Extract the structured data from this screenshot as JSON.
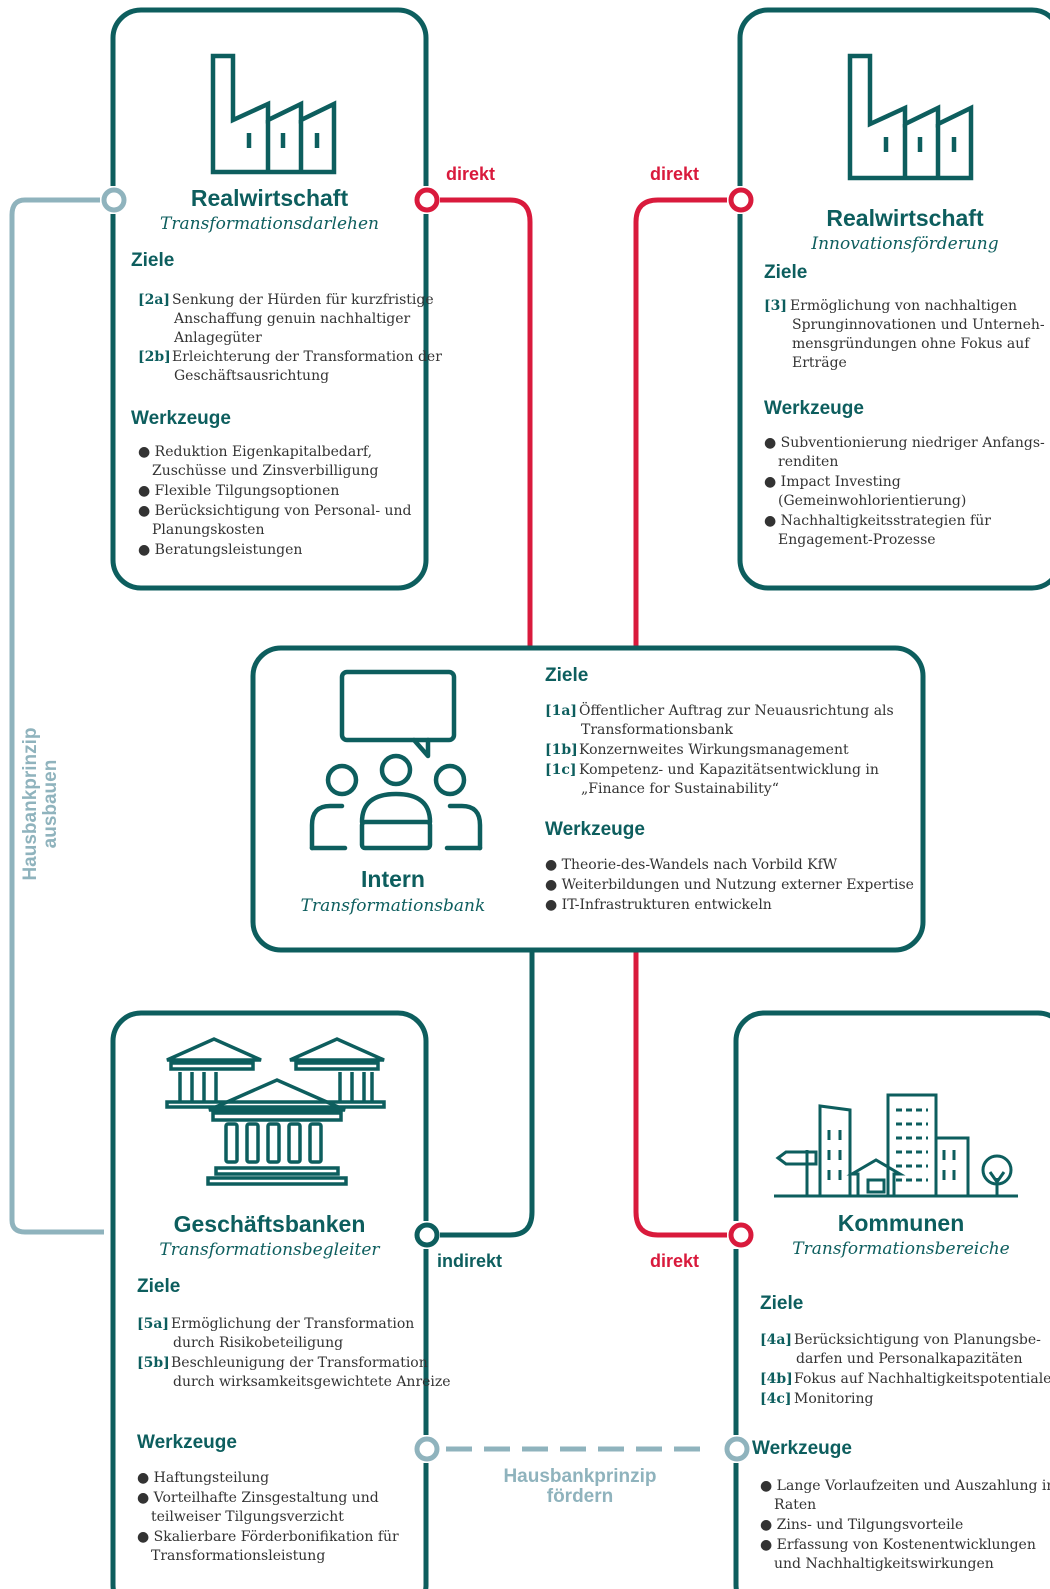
{
  "colors": {
    "teal": "#0d5e5e",
    "red": "#d91a3c",
    "grey": "#8fb3bd"
  },
  "links": {
    "direkt_1": "direkt",
    "direkt_2": "direkt",
    "direkt_3": "direkt",
    "indirekt": "indirekt",
    "hausbank_ausbauen_1": "Hausbankprinzip",
    "hausbank_ausbauen_2": "ausbauen",
    "hausbank_foerdern_1": "Hausbankprinzip",
    "hausbank_foerdern_2": "fördern"
  },
  "boxes": {
    "real_left": {
      "icon": "factory-icon",
      "title": "Realwirtschaft",
      "subtitle": "Transformationsdarlehen",
      "goals_heading": "Ziele",
      "goals": [
        {
          "tag": "[2a]",
          "text": "Senkung der Hürden für kurzfristige Anschaffung genuin nachhaltiger Anlagegüter"
        },
        {
          "tag": "[2b]",
          "text": "Erleichterung der Transformation der Geschäftsausrichtung"
        }
      ],
      "tools_heading": "Werkzeuge",
      "tools": [
        "Reduktion Eigenkapitalbedarf, Zuschüsse und Zinsverbilligung",
        "Flexible Tilgungsoptionen",
        "Berücksichtigung von Personal- und Planungskosten",
        "Beratungsleistungen"
      ]
    },
    "real_right": {
      "icon": "factory-icon",
      "title": "Realwirtschaft",
      "subtitle": "Innovationsförderung",
      "goals_heading": "Ziele",
      "goals": [
        {
          "tag": "[3]",
          "text": "Ermöglichung von nachhaltigen Sprunginnovationen und Unterneh-mensgründungen ohne Fokus auf Erträge"
        }
      ],
      "tools_heading": "Werkzeuge",
      "tools": [
        "Subventionierung niedriger Anfangs-renditen",
        "Impact Investing (Gemeinwohlorientierung)",
        "Nachhaltigkeitsstrategien für Engagement-Prozesse"
      ]
    },
    "intern": {
      "icon": "meeting-icon",
      "title": "Intern",
      "subtitle": "Transformationsbank",
      "goals_heading": "Ziele",
      "goals": [
        {
          "tag": "[1a]",
          "text": "Öffentlicher Auftrag zur Neuausrichtung als Transformationsbank"
        },
        {
          "tag": "[1b]",
          "text": "Konzernweites Wirkungsmanagement"
        },
        {
          "tag": "[1c]",
          "text": "Kompetenz- und Kapazitätsentwicklung in „Finance for Sustainability“"
        }
      ],
      "tools_heading": "Werkzeuge",
      "tools": [
        "Theorie-des-Wandels nach Vorbild KfW",
        "Weiterbildungen und Nutzung externer Expertise",
        "IT-Infrastrukturen entwickeln"
      ]
    },
    "banken": {
      "icon": "bank-building-icon",
      "title": "Geschäftsbanken",
      "subtitle": "Transformationsbegleiter",
      "goals_heading": "Ziele",
      "goals": [
        {
          "tag": "[5a]",
          "text": "Ermöglichung der Transformation durch Risikobeteiligung"
        },
        {
          "tag": "[5b]",
          "text": "Beschleunigung der Transformation durch wirksamkeitsgewichtete Anreize"
        }
      ],
      "tools_heading": "Werkzeuge",
      "tools": [
        "Haftungsteilung",
        "Vorteilhafte Zinsgestaltung und teilweiser Tilgungsverzicht",
        "Skalierbare Förderbonifikation für Transformationsleistung"
      ]
    },
    "kommunen": {
      "icon": "city-icon",
      "title": "Kommunen",
      "subtitle": "Transformationsbereiche",
      "goals_heading": "Ziele",
      "goals": [
        {
          "tag": "[4a]",
          "text": "Berücksichtigung von Planungsbe-darfen und Personalkapazitäten"
        },
        {
          "tag": "[4b]",
          "text": "Fokus auf Nachhaltigkeitspotentiale"
        },
        {
          "tag": "[4c]",
          "text": "Monitoring"
        }
      ],
      "tools_heading": "Werkzeuge",
      "tools": [
        "Lange Vorlaufzeiten und Auszahlung in Raten",
        "Zins- und Tilgungsvorteile",
        "Erfassung von Kostenentwicklungen und Nachhaltigkeitswirkungen"
      ]
    }
  }
}
